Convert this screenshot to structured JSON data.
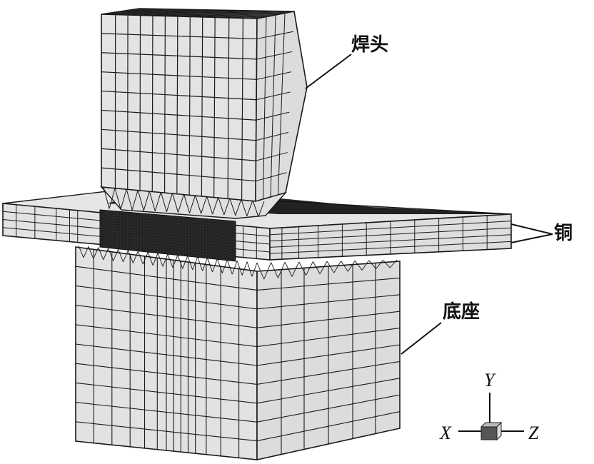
{
  "labels": {
    "horn": "焊头",
    "copper": "铜",
    "anvil": "底座"
  },
  "axes": {
    "x": "X",
    "y": "Y",
    "z": "Z"
  },
  "colors": {
    "face": "#e3e3e3",
    "face_side": "#d6d6d6",
    "line": "#1a1a1a",
    "dense": "#111111",
    "axis_cube": "#555555"
  }
}
